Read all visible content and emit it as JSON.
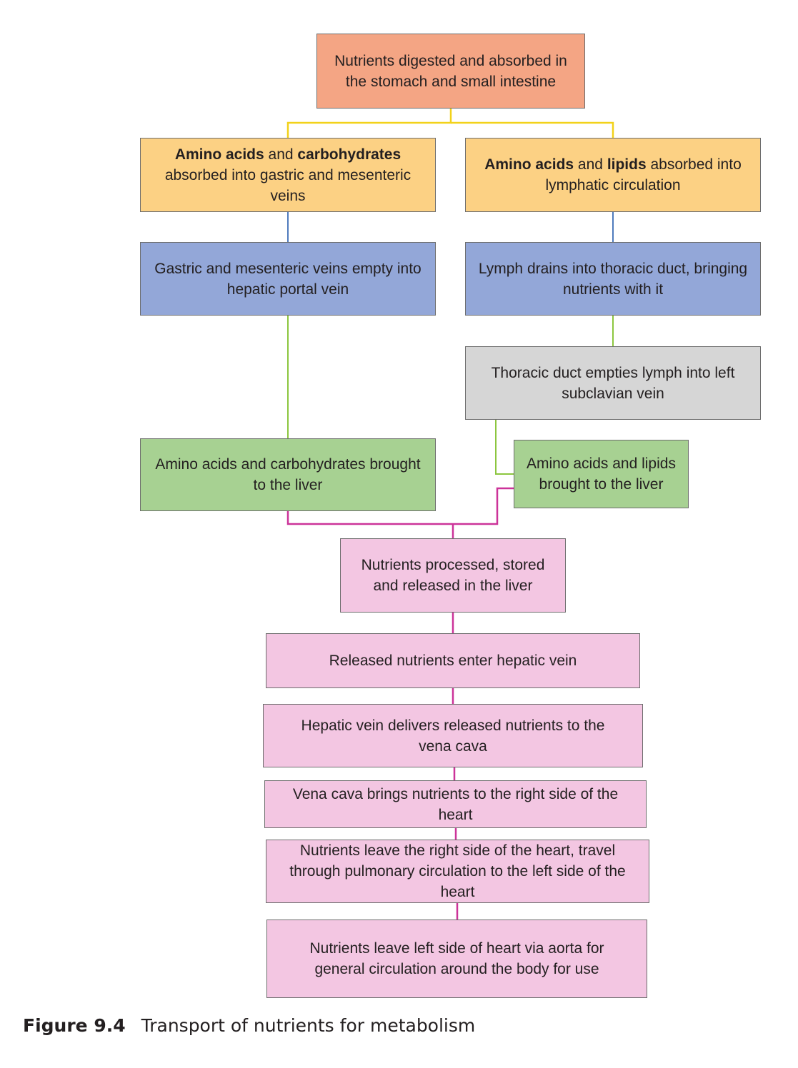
{
  "nodes": {
    "start": "Nutrients digested and absorbed in the stomach and small intestine",
    "left1": [
      {
        "text": "Amino acids",
        "bold": true
      },
      {
        "text": " and ",
        "bold": false
      },
      {
        "text": "carbohydrates",
        "bold": true
      },
      {
        "text": " absorbed into gastric and mesenteric veins",
        "bold": false
      }
    ],
    "right1": [
      {
        "text": "Amino acids",
        "bold": true
      },
      {
        "text": " and ",
        "bold": false
      },
      {
        "text": "lipids",
        "bold": true
      },
      {
        "text": " absorbed into lymphatic circulation",
        "bold": false
      }
    ],
    "left2": "Gastric and mesenteric veins empty into hepatic portal vein",
    "right2": "Lymph drains into thoracic duct, bringing nutrients with it",
    "right3": "Thoracic duct empties lymph into left subclavian vein",
    "left3": "Amino acids and carbohydrates brought to the liver",
    "right4": "Amino acids and lipids brought to the liver",
    "liver": "Nutrients processed, stored and released in the liver",
    "step1": "Released nutrients enter hepatic vein",
    "step2": "Hepatic vein delivers released nutrients to the vena cava",
    "step3": "Vena cava brings nutrients to the right side of the heart",
    "step4": "Nutrients leave the right side of the heart, travel through pulmonary circulation to the left side of the heart",
    "step5": "Nutrients leave left side of heart via aorta for general circulation around the body for use"
  },
  "caption": {
    "figure_number": "Figure 9.4",
    "text": "Transport of nutrients for metabolism"
  },
  "colors": {
    "orange": "#f4a584",
    "yellow": "#fcd184",
    "blue": "#93a7d8",
    "gray": "#d6d6d6",
    "green": "#a7d192",
    "pink": "#f3c6e2",
    "connector_yellow": "#f2d21a",
    "connector_blue": "#4f7bbd",
    "connector_green": "#8cc63f",
    "connector_magenta": "#cc3399"
  }
}
